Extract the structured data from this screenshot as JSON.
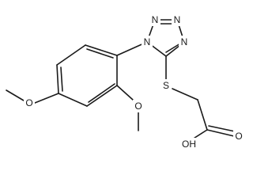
{
  "molecule": {
    "atoms": {
      "tetrazole_n1": "N",
      "tetrazole_n2": "N",
      "tetrazole_n3": "N",
      "tetrazole_n4": "N",
      "thioether_s": "S",
      "acid_oh": "OH",
      "acid_o": "O",
      "methoxy_para_o": "O",
      "methoxy_ortho_o": "O"
    }
  }
}
